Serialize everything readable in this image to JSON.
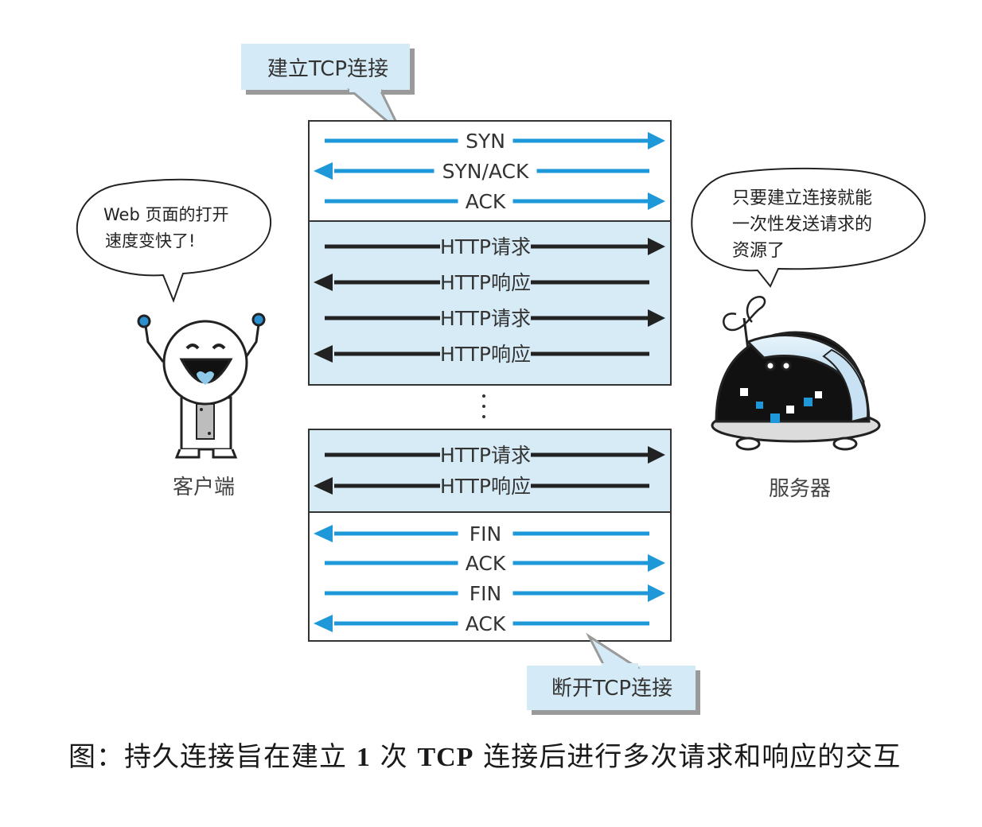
{
  "callouts": {
    "establish": "建立TCP连接",
    "close": "断开TCP连接"
  },
  "handshake": [
    {
      "label": "SYN",
      "direction": "right"
    },
    {
      "label": "SYN/ACK",
      "direction": "left"
    },
    {
      "label": "ACK",
      "direction": "right"
    }
  ],
  "http_block_1": [
    {
      "label": "HTTP请求",
      "direction": "right"
    },
    {
      "label": "HTTP响应",
      "direction": "left"
    },
    {
      "label": "HTTP请求",
      "direction": "right"
    },
    {
      "label": "HTTP响应",
      "direction": "left"
    }
  ],
  "http_block_2": [
    {
      "label": "HTTP请求",
      "direction": "right"
    },
    {
      "label": "HTTP响应",
      "direction": "left"
    }
  ],
  "teardown": [
    {
      "label": "FIN",
      "direction": "left"
    },
    {
      "label": "ACK",
      "direction": "right"
    },
    {
      "label": "FIN",
      "direction": "right"
    },
    {
      "label": "ACK",
      "direction": "left"
    }
  ],
  "client": {
    "label": "客户端",
    "speech_line1": "Web 页面的打开",
    "speech_line2": "速度变快了!"
  },
  "server": {
    "label": "服务器",
    "speech_line1": "只要建立连接就能",
    "speech_line2": "一次性发送请求的",
    "speech_line3": "资源了"
  },
  "caption": {
    "part1": "图：持久连接旨在建立",
    "num": "1",
    "part2": "次",
    "tcp": "TCP",
    "part3": "连接后进行多次请求和响应的交互"
  },
  "colors": {
    "tcp_arrow": "#1e98d8",
    "http_arrow": "#222222",
    "http_panel": "#d6ebf6",
    "callout_fill": "#d4eaf6",
    "frame": "#333333"
  }
}
